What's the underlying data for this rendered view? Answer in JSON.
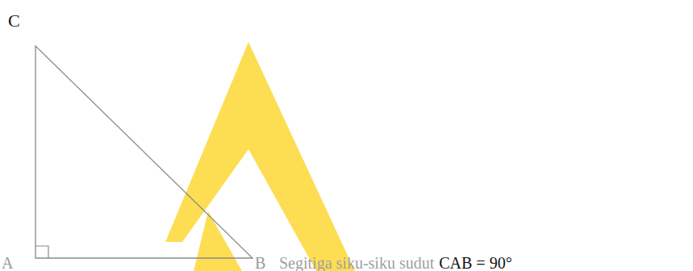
{
  "diagram": {
    "labels": [
      "C",
      "A",
      "B",
      "Segitiga siku-siku sudut",
      "CAB = 90°"
    ]
  }
}
